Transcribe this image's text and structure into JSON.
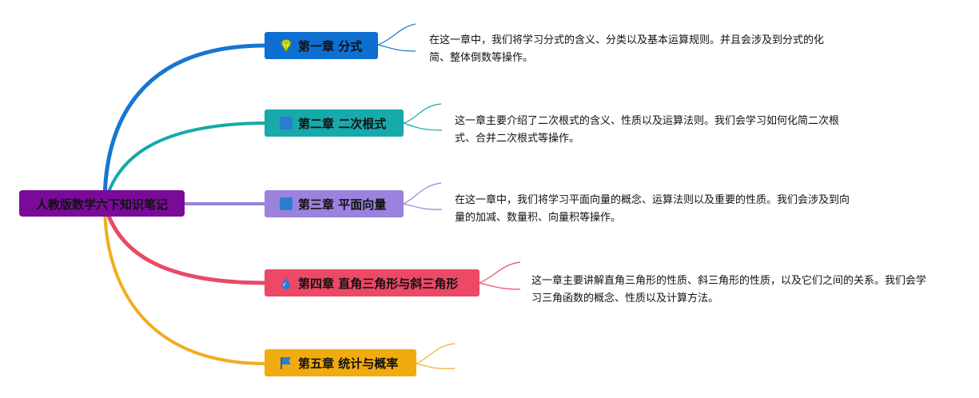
{
  "root": {
    "label": "人教版数学六下知识笔记",
    "color": "#7a0b9a"
  },
  "chapters": [
    {
      "label": "第一章 分式",
      "summary": "在这一章中，我们将学习分式的含义、分类以及基本运算规则。并且会涉及到分式的化简、整体倒数等操作。",
      "color": "#0f6fd0",
      "line_color": "#1677d1",
      "icon": "gem-icon"
    },
    {
      "label": "第二章 二次根式",
      "summary": "这一章主要介绍了二次根式的含义、性质以及运算法则。我们会学习如何化简二次根式、合并二次根式等操作。",
      "color": "#18a9aa",
      "line_color": "#15a9aa",
      "icon": "square-icon"
    },
    {
      "label": "第三章 平面向量",
      "summary": "在这一章中，我们将学习平面向量的概念、运算法则以及重要的性质。我们会涉及到向量的加减、数量积、向量积等操作。",
      "color": "#9b82dd",
      "line_color": "#9b82dd",
      "icon": "square-icon"
    },
    {
      "label": "第四章 直角三角形与斜三角形",
      "summary": "这一章主要讲解直角三角形的性质、斜三角形的性质，以及它们之间的关系。我们会学习三角函数的概念、性质以及计算方法。",
      "color": "#ec4967",
      "line_color": "#e84a64",
      "icon": "drop-icon"
    },
    {
      "label": "第五章 统计与概率",
      "summary": "",
      "color": "#f2ab0f",
      "line_color": "#f1ad20",
      "icon": "flag-icon"
    }
  ]
}
